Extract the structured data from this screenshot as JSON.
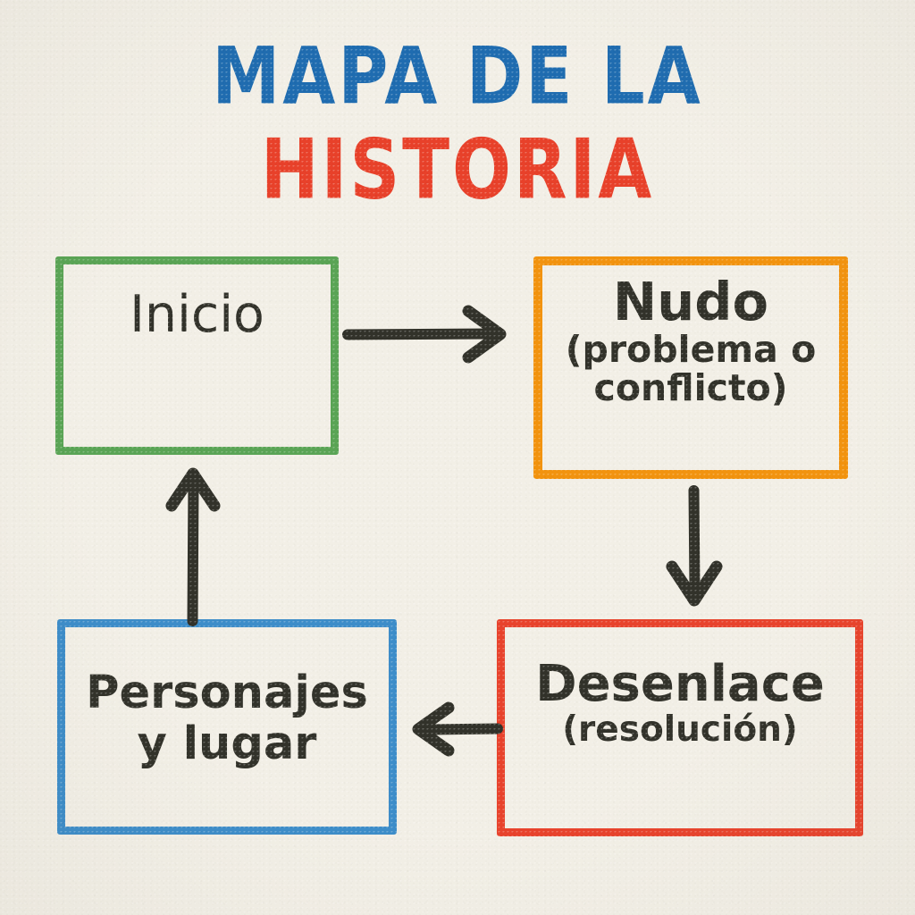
{
  "page": {
    "background_color": "#f2efe6",
    "ink_color": "#32322a"
  },
  "title": {
    "line1": "MAPA DE LA",
    "line1_color": "#1f6cb0",
    "line2": "HISTORIA",
    "line2_color": "#e8412a"
  },
  "diagram": {
    "type": "flowchart-cycle",
    "nodes": [
      {
        "id": "inicio",
        "main": "Inicio",
        "sub": "",
        "border_color": "#5aa455",
        "color_name": "green",
        "position": "top-left"
      },
      {
        "id": "nudo",
        "main": "Nudo",
        "sub": "(problema o conflicto)",
        "sub_line1": "(problema o",
        "sub_line2": "conflicto)",
        "border_color": "#f2930f",
        "color_name": "orange",
        "position": "top-right"
      },
      {
        "id": "desenlace",
        "main": "Desenlace",
        "sub": "(resolución)",
        "border_color": "#e8432c",
        "color_name": "red",
        "position": "bottom-right"
      },
      {
        "id": "personajes",
        "main": "Personajes",
        "sub": "y lugar",
        "border_color": "#3d8dc9",
        "color_name": "blue",
        "position": "bottom-left"
      }
    ],
    "arrows": [
      {
        "id": "inicio-to-nudo",
        "from": "inicio",
        "to": "nudo",
        "direction": "right",
        "color": "#32322a"
      },
      {
        "id": "nudo-to-desenlace",
        "from": "nudo",
        "to": "desenlace",
        "direction": "down",
        "color": "#32322a"
      },
      {
        "id": "desenlace-to-personajes",
        "from": "desenlace",
        "to": "personajes",
        "direction": "left",
        "color": "#32322a"
      },
      {
        "id": "personajes-to-inicio",
        "from": "personajes",
        "to": "inicio",
        "direction": "up",
        "color": "#32322a"
      }
    ]
  }
}
